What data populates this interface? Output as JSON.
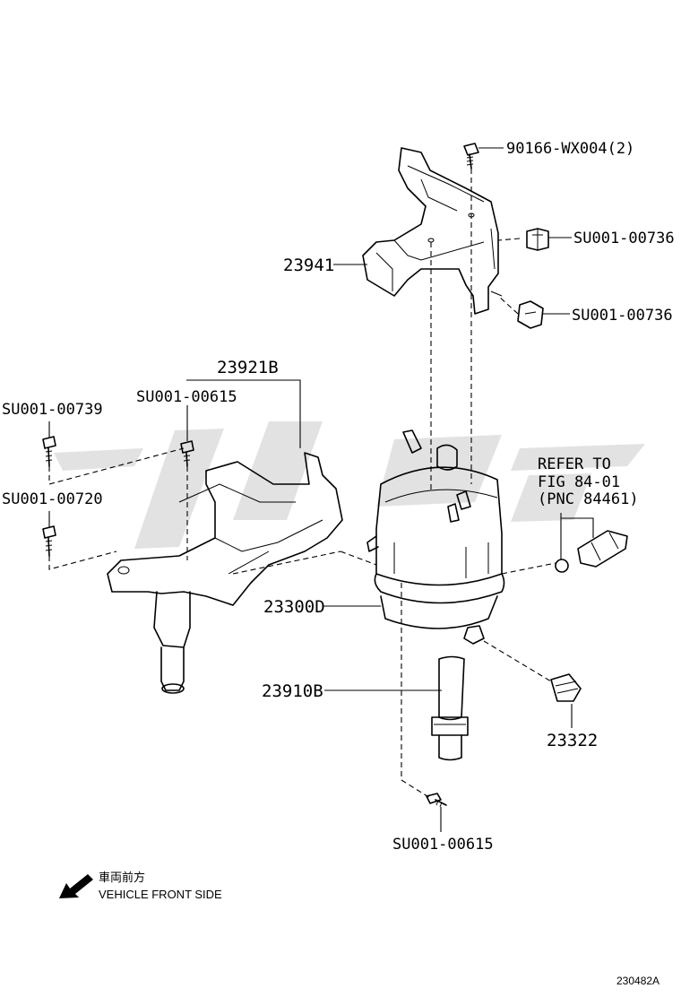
{
  "labels": {
    "bolt_top": "90166-WX004(2)",
    "clip_upper_right": "SU001-00736",
    "clip_lower_right": "SU001-00736",
    "bracket_upper": "23941",
    "bracket_lower": "23921B",
    "screw_bracket": "SU001-00615",
    "screw_left_upper": "SU001-00739",
    "screw_left_lower": "SU001-00720",
    "filter_assembly": "23300D",
    "filter_element": "23910B",
    "drain_plug": "23322",
    "screw_bottom": "SU001-00615"
  },
  "reference": {
    "line1": "REFER TO",
    "line2": "FIG 84-01",
    "line3": "(PNC 84461)"
  },
  "orientation": {
    "japanese": "車両前方",
    "english": "VEHICLE FRONT SIDE"
  },
  "diagram_code": "230482A"
}
